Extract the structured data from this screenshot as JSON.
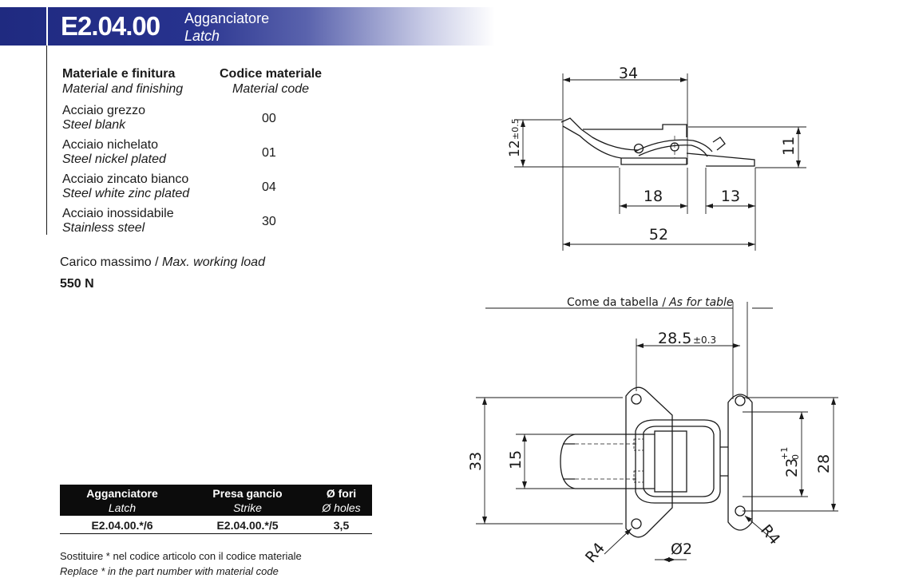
{
  "header": {
    "code": "E2.04.00",
    "title_it": "Agganciatore",
    "title_en": "Latch"
  },
  "materials": {
    "col1_it": "Materiale e finitura",
    "col1_en": "Material and finishing",
    "col2_it": "Codice materiale",
    "col2_en": "Material code",
    "rows": [
      {
        "it": "Acciaio grezzo",
        "en": "Steel blank",
        "code": "00"
      },
      {
        "it": "Acciaio nichelato",
        "en": "Steel nickel plated",
        "code": "01"
      },
      {
        "it": "Acciaio zincato bianco",
        "en": "Steel white zinc plated",
        "code": "04"
      },
      {
        "it": "Acciaio inossidabile",
        "en": "Stainless steel",
        "code": "30"
      }
    ]
  },
  "load": {
    "label_it": "Carico massimo /",
    "label_en": "Max. working load",
    "value": "550 N"
  },
  "parts_table": {
    "headers": [
      {
        "it": "Agganciatore",
        "en": "Latch"
      },
      {
        "it": "Presa gancio",
        "en": "Strike"
      },
      {
        "it": "Ø fori",
        "en": "Ø holes"
      }
    ],
    "row": [
      "E2.04.00.*/6",
      "E2.04.00.*/5",
      "3,5"
    ]
  },
  "note": {
    "it": "Sostituire * nel codice articolo con il codice materiale",
    "en": "Replace * in the part number with material code"
  },
  "drawing_side": {
    "dim_34": "34",
    "dim_12": "12",
    "dim_12_tol": "±0.5",
    "dim_11": "11",
    "dim_18": "18",
    "dim_13": "13",
    "dim_52": "52"
  },
  "drawing_top": {
    "table_note_it": "Come da tabella /",
    "table_note_en": "As for table",
    "dim_285": "28.5",
    "dim_285_tol": "±0.3",
    "dim_33": "33",
    "dim_15": "15",
    "dim_23": "23",
    "dim_23_tol_up": "+1",
    "dim_23_tol_low": "0",
    "dim_28": "28",
    "r4_left": "R4",
    "r4_right": "R4",
    "dia_2": "Ø2"
  }
}
